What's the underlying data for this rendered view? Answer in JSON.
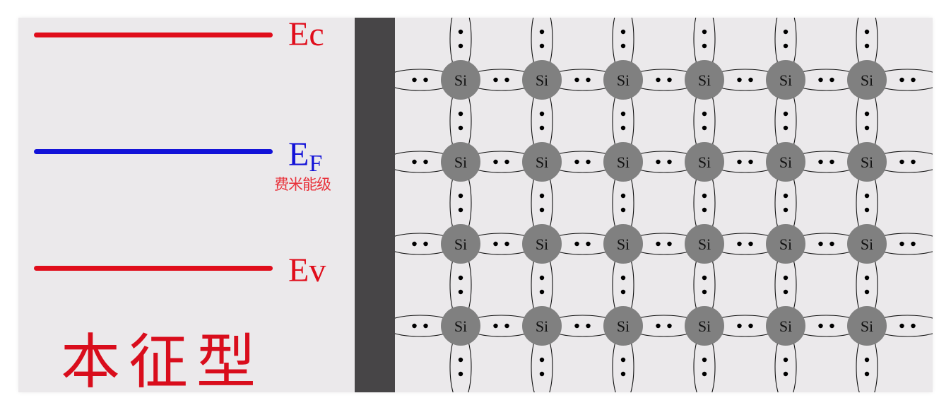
{
  "energy_levels": {
    "conduction": {
      "label": "Ec",
      "color": "#e00d1b"
    },
    "fermi": {
      "label_main": "E",
      "label_sub": "F",
      "color": "#1212d8",
      "annotation": "费米能级"
    },
    "valence": {
      "label": "Ev",
      "color": "#e00d1b"
    }
  },
  "semiconductor_type": "本征型",
  "lattice": {
    "atom_label": "Si",
    "rows": 4,
    "cols": 6,
    "atom_color": "#808080",
    "electron_color": "#000000"
  }
}
